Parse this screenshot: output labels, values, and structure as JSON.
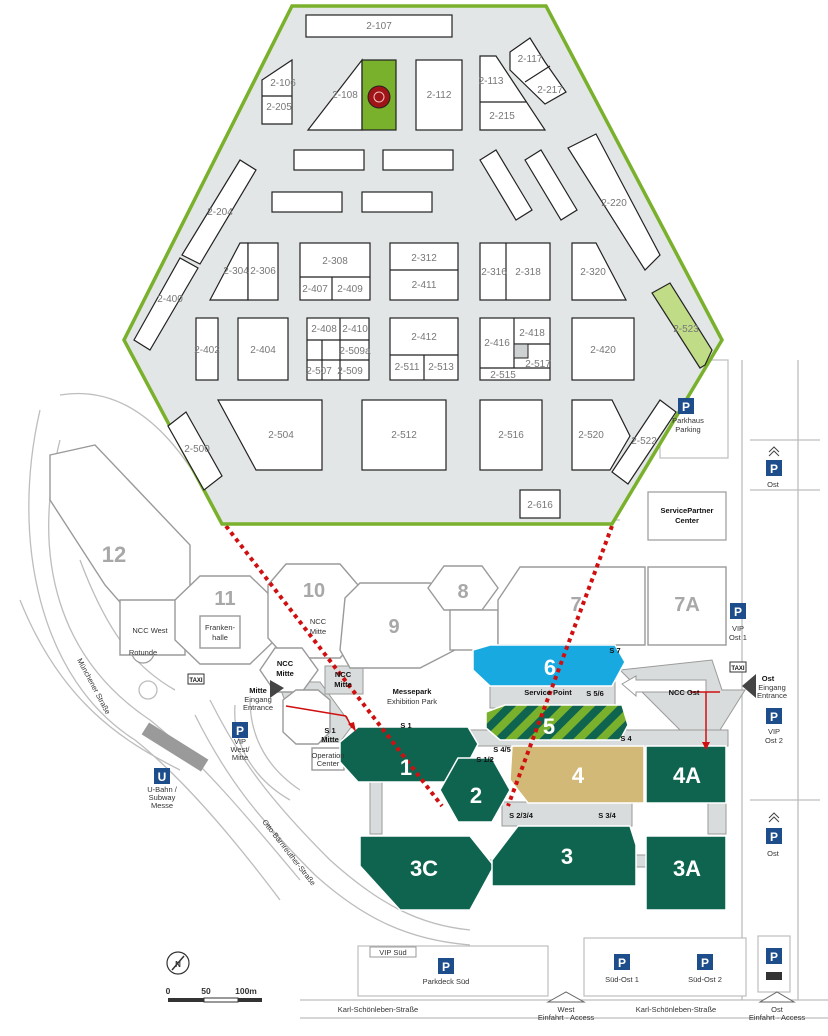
{
  "colors": {
    "hall_green": "#0f6450",
    "hall_blue": "#19a9e1",
    "hall_gold": "#d2b978",
    "hex_fill": "#e3e6e6",
    "hex_border": "#7ab12c",
    "highlight_booth": "#7ab12c",
    "light_green_booth": "#c1dc87",
    "parking_blue": "#1e4d8c",
    "route_red": "#d01010"
  },
  "booths": {
    "b2107": "2-107",
    "b2106": "2-106",
    "b2205": "2-205",
    "b2108": "2-108",
    "b2112": "2-112",
    "b2113": "2-113",
    "b2215": "2-215",
    "b2117": "2-117",
    "b2217": "2-217",
    "b2204": "2-204",
    "b2220": "2-220",
    "b2400": "2-400",
    "b2304": "2-304",
    "b2306": "2-306",
    "b2308": "2-308",
    "b2407": "2-407",
    "b2409": "2-409",
    "b2312": "2-312",
    "b2411": "2-411",
    "b2316": "2-316",
    "b2318": "2-318",
    "b2320": "2-320",
    "b2523": "2-523",
    "b2402": "2-402",
    "b2404": "2-404",
    "b2408": "2-408",
    "b2410": "2-410",
    "b2509a": "2-509a",
    "b2507": "2-507",
    "b2509": "2-509",
    "b2412": "2-412",
    "b2511": "2-511",
    "b2513": "2-513",
    "b2416": "2-416",
    "b2418": "2-418",
    "b2517": "2-517",
    "b2515": "2-515",
    "b2420": "2-420",
    "b2500": "2-500",
    "b2504": "2-504",
    "b2512": "2-512",
    "b2516": "2-516",
    "b2520": "2-520",
    "b2522": "2-522",
    "b2616": "2-616"
  },
  "halls": {
    "h12": "12",
    "h11": "11",
    "h10": "10",
    "h8": "8",
    "h9": "9",
    "h7": "7",
    "h7a": "7A",
    "h6": "6",
    "h5": "5",
    "h4": "4",
    "h4a": "4A",
    "h1": "1",
    "h2": "2",
    "h3c": "3C",
    "h3": "3",
    "h3a": "3A"
  },
  "labels": {
    "ncc_west": "NCC West",
    "rotunde": "Rotunde",
    "franken": "Franken-",
    "franken2": "halle",
    "ncc_mitte_a": "NCC",
    "ncc_mitte_b": "Mitte",
    "ncc_mitte_c": "NCC",
    "ncc_mitte_d": "Mitte",
    "ncc_mitte_e": "NCC",
    "ncc_mitte_f": "Mitte",
    "mitte_entr_a": "Mitte",
    "mitte_entr_b": "Eingang",
    "mitte_entr_c": "Entrance",
    "messepark_a": "Messepark",
    "messepark_b": "Exhibition Park",
    "service_point": "Service Point",
    "ncc_ost": "NCC Ost",
    "ost_entr_a": "Ost",
    "ost_entr_b": "Eingang",
    "ost_entr_c": "Entrance",
    "vip_ost1_a": "VIP",
    "vip_ost1_b": "Ost 1",
    "vip_ost2_a": "VIP",
    "vip_ost2_b": "Ost 2",
    "ost_p1": "Ost",
    "ost_p2": "Ost",
    "ost_p3": "Ost",
    "parkhaus_a": "Parkhaus",
    "parkhaus_b": "Parking",
    "servicepartner_a": "ServicePartner",
    "servicepartner_b": "Center",
    "vip_west_a": "VIP",
    "vip_west_b": "West/",
    "vip_west_c": "Mitte",
    "ubahn_a": "U-Bahn /",
    "ubahn_b": "Subway",
    "ubahn_c": "Messe",
    "s1a": "S 1",
    "s1b": "S 1",
    "s1c": "Mitte",
    "s12": "S 1/2",
    "s45": "S 4/5",
    "s4": "S 4",
    "s56": "S 5/6",
    "s7": "S 7",
    "s234": "S 2/3/4",
    "s34": "S 3/4",
    "operation": "Operation",
    "center": "Center",
    "vip_sued": "VIP Süd",
    "parkdeck": "Parkdeck Süd",
    "sued_ost1": "Süd-Ost 1",
    "sued_ost2": "Süd-Ost 2",
    "west_access_a": "West",
    "west_access_b": "Einfahrt · Access",
    "ost_access_a": "Ost",
    "ost_access_b": "Einfahrt · Access",
    "muenchener": "Münchener Straße",
    "otto": "Otto-Bärnreuther-Straße",
    "karl1": "Karl-Schönleben-Straße",
    "karl2": "Karl-Schönleben-Straße",
    "taxi1": "TAXI",
    "taxi2": "TAXI",
    "u": "U",
    "p": "P",
    "north": "N"
  },
  "scale": {
    "s0": "0",
    "s50": "50",
    "s100": "100m"
  }
}
